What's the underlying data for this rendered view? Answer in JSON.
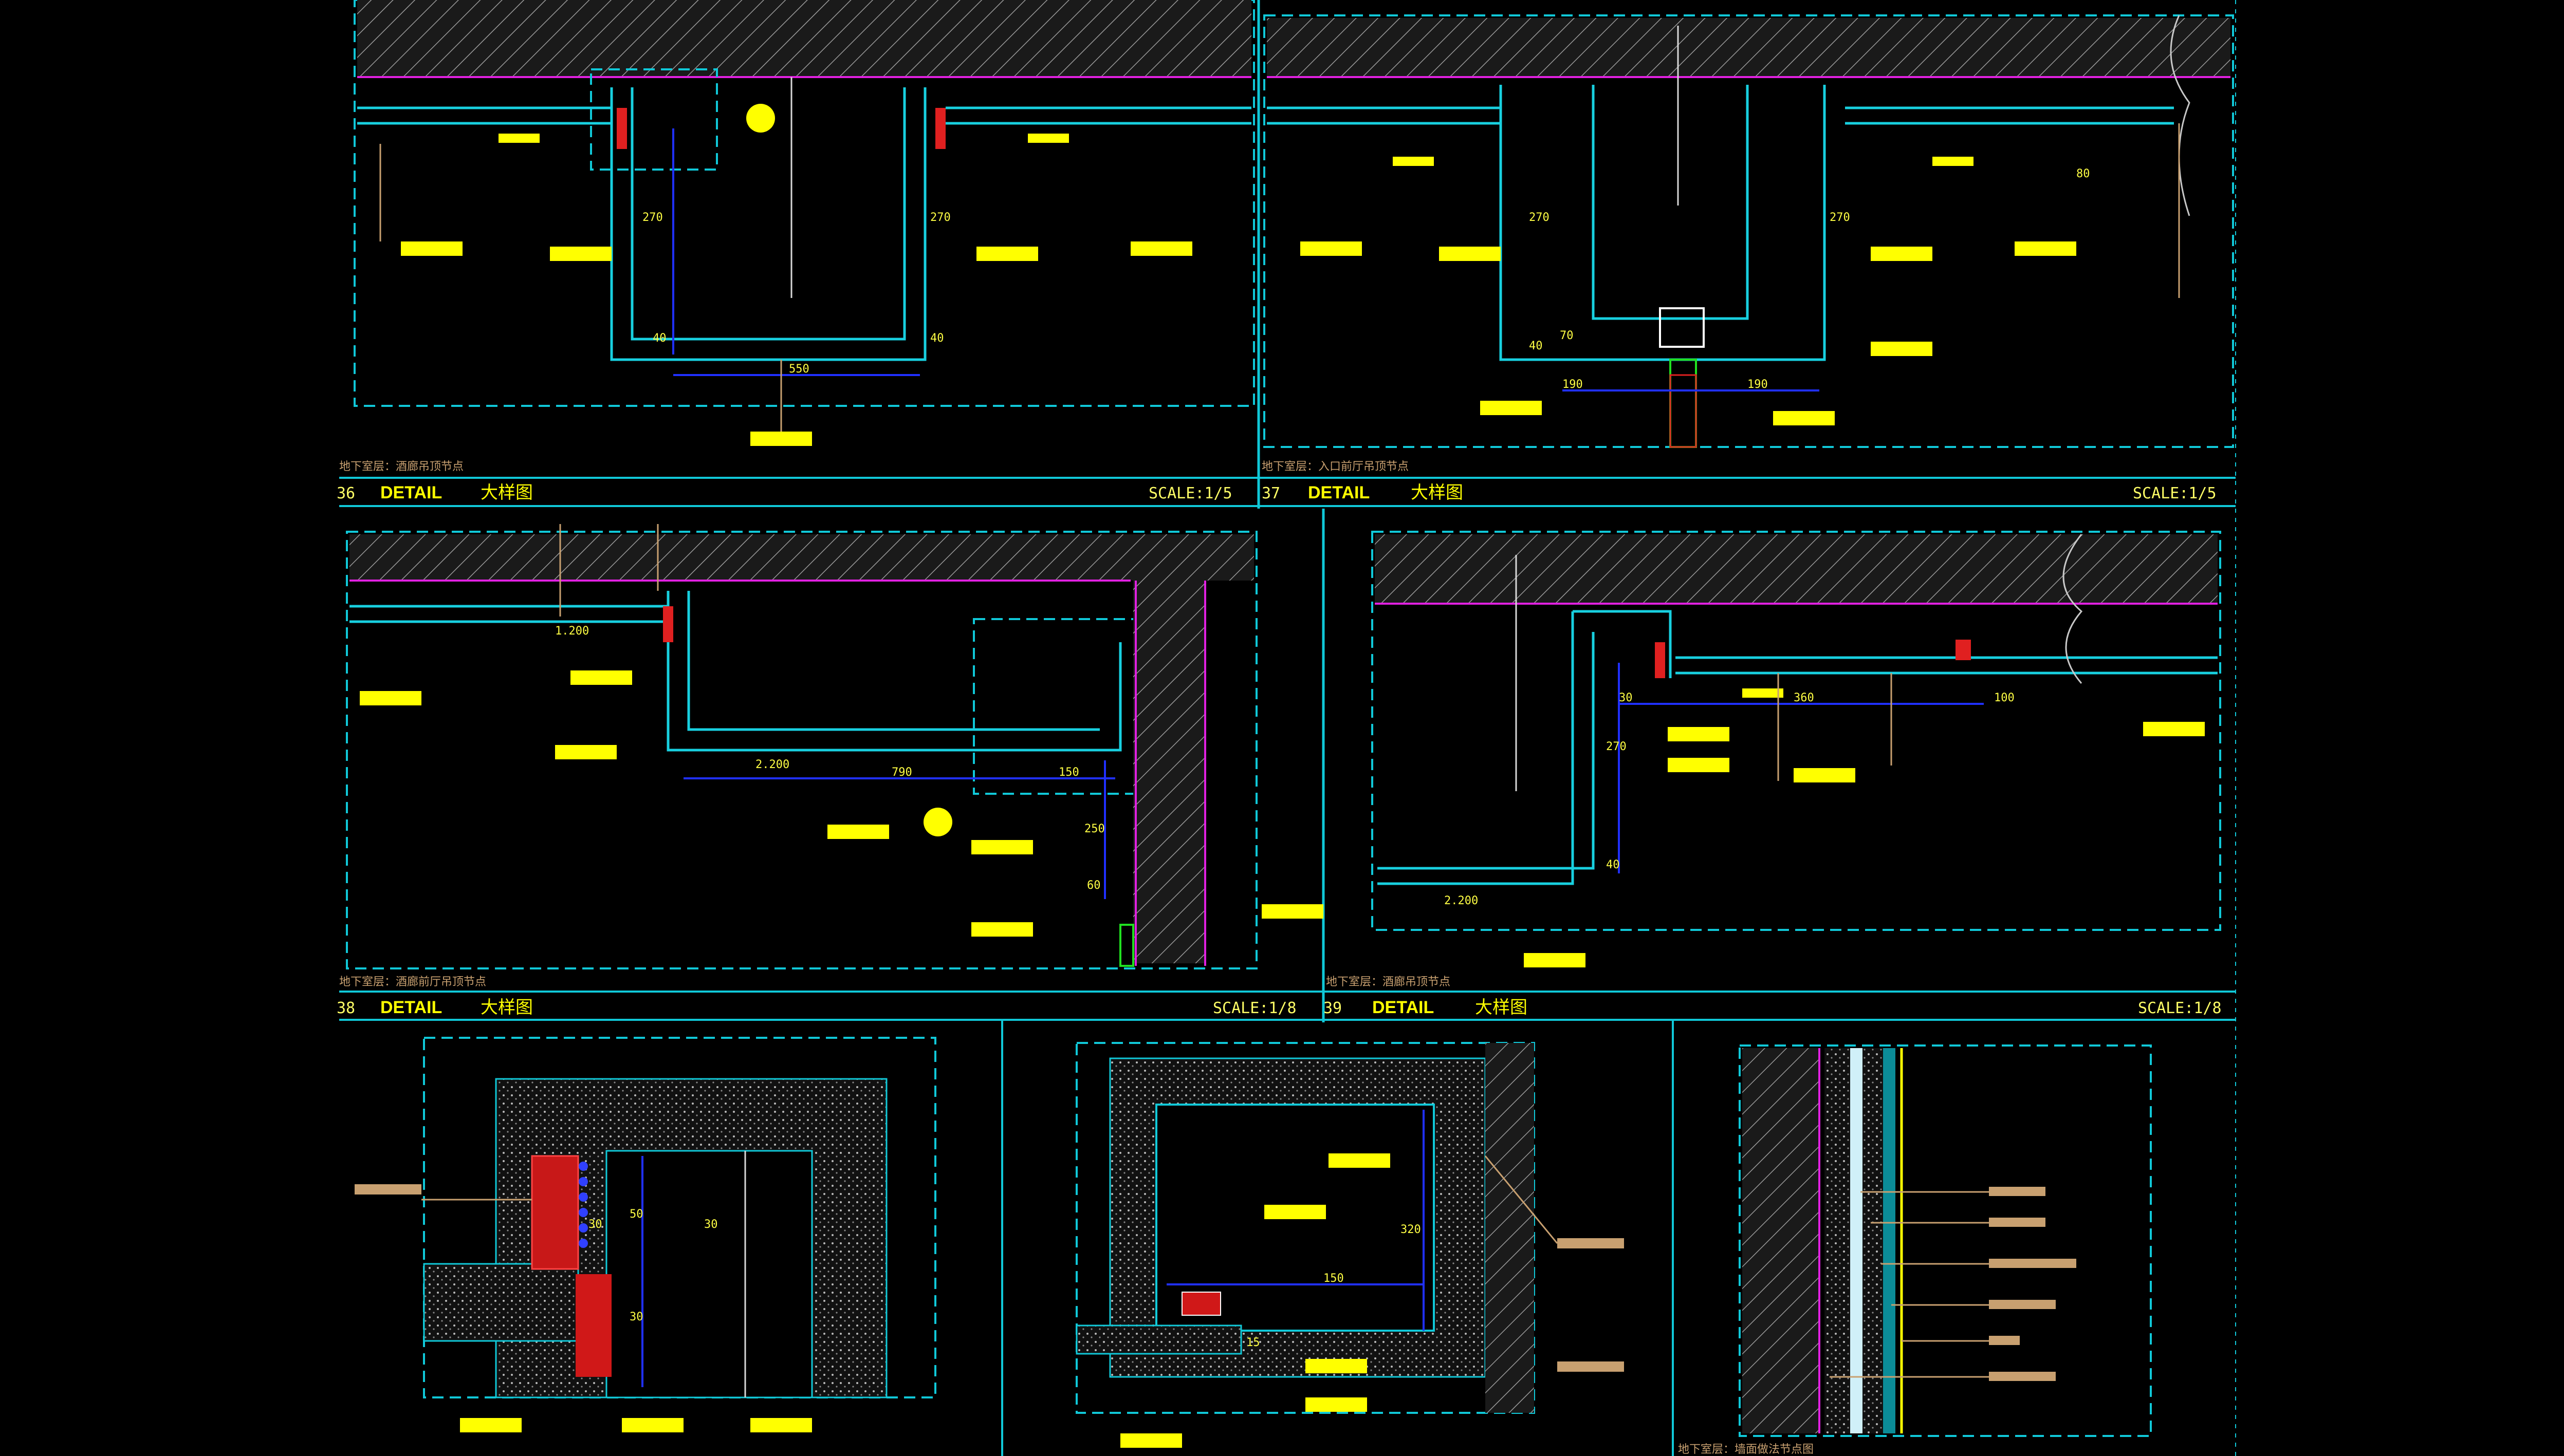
{
  "drawing": {
    "colors": {
      "background": "#000000",
      "frame": "#10c8d8",
      "label": "#ffff00",
      "magenta": "#e020e0",
      "dimension_blue": "#2030ff",
      "leader": "#c8a070"
    },
    "details": [
      {
        "id": "det-36",
        "number": "36",
        "word": "DETAIL",
        "cn": "大样图",
        "caption": "地下室层：酒廊吊顶节点",
        "scale": "SCALE:1/5"
      },
      {
        "id": "det-37",
        "number": "37",
        "word": "DETAIL",
        "cn": "大样图",
        "caption": "地下室层：入口前厅吊顶节点",
        "scale": "SCALE:1/5"
      },
      {
        "id": "det-38",
        "number": "38",
        "word": "DETAIL",
        "cn": "大样图",
        "caption": "地下室层：酒廊前厅吊顶节点",
        "scale": "SCALE:1/8"
      },
      {
        "id": "det-39",
        "number": "39",
        "word": "DETAIL",
        "cn": "大样图",
        "caption": "地下室层：酒廊吊顶节点",
        "scale": "SCALE:1/8"
      }
    ],
    "dimensions": {
      "d36": [
        "550",
        "270",
        "270",
        "40",
        "40"
      ],
      "d37": [
        "190",
        "190",
        "270",
        "270",
        "40",
        "80",
        "70"
      ],
      "d38": [
        "790",
        "150",
        "250",
        "1.200",
        "2.200",
        "60"
      ],
      "d39": [
        "360",
        "100",
        "270",
        "40",
        "2.200",
        "30"
      ],
      "d40": [
        "30",
        "50",
        "30",
        "30"
      ],
      "d41": [
        "150",
        "320",
        "15"
      ]
    },
    "bottom_caption": "地下室层：墙面做法节点图"
  }
}
